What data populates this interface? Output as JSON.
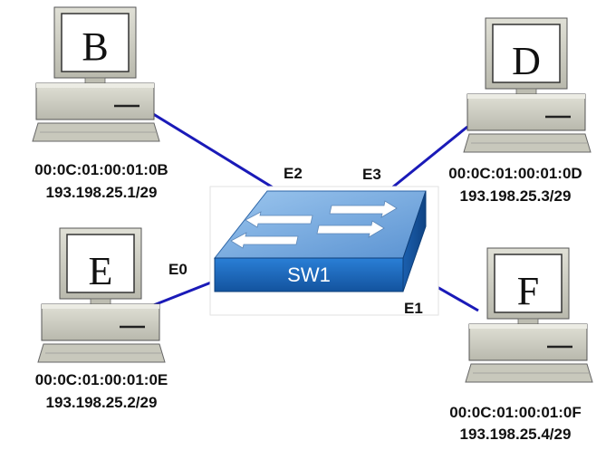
{
  "hosts": {
    "B": {
      "letter": "B",
      "mac": "00:0C:01:00:01:0B",
      "ip": "193.198.25.1/29"
    },
    "D": {
      "letter": "D",
      "mac": "00:0C:01:00:01:0D",
      "ip": "193.198.25.3/29"
    },
    "E": {
      "letter": "E",
      "mac": "00:0C:01:00:01:0E",
      "ip": "193.198.25.2/29"
    },
    "F": {
      "letter": "F",
      "mac": "00:0C:01:00:01:0F",
      "ip": "193.198.25.4/29"
    }
  },
  "switch": {
    "name": "SW1"
  },
  "ports": {
    "e0": "E0",
    "e1": "E1",
    "e2": "E2",
    "e3": "E3"
  },
  "colors": {
    "link": "#1a1ab8",
    "switch_top": "#7aaee0",
    "switch_front": "#1f6fc7",
    "computer_body": "#cfcfc4"
  }
}
